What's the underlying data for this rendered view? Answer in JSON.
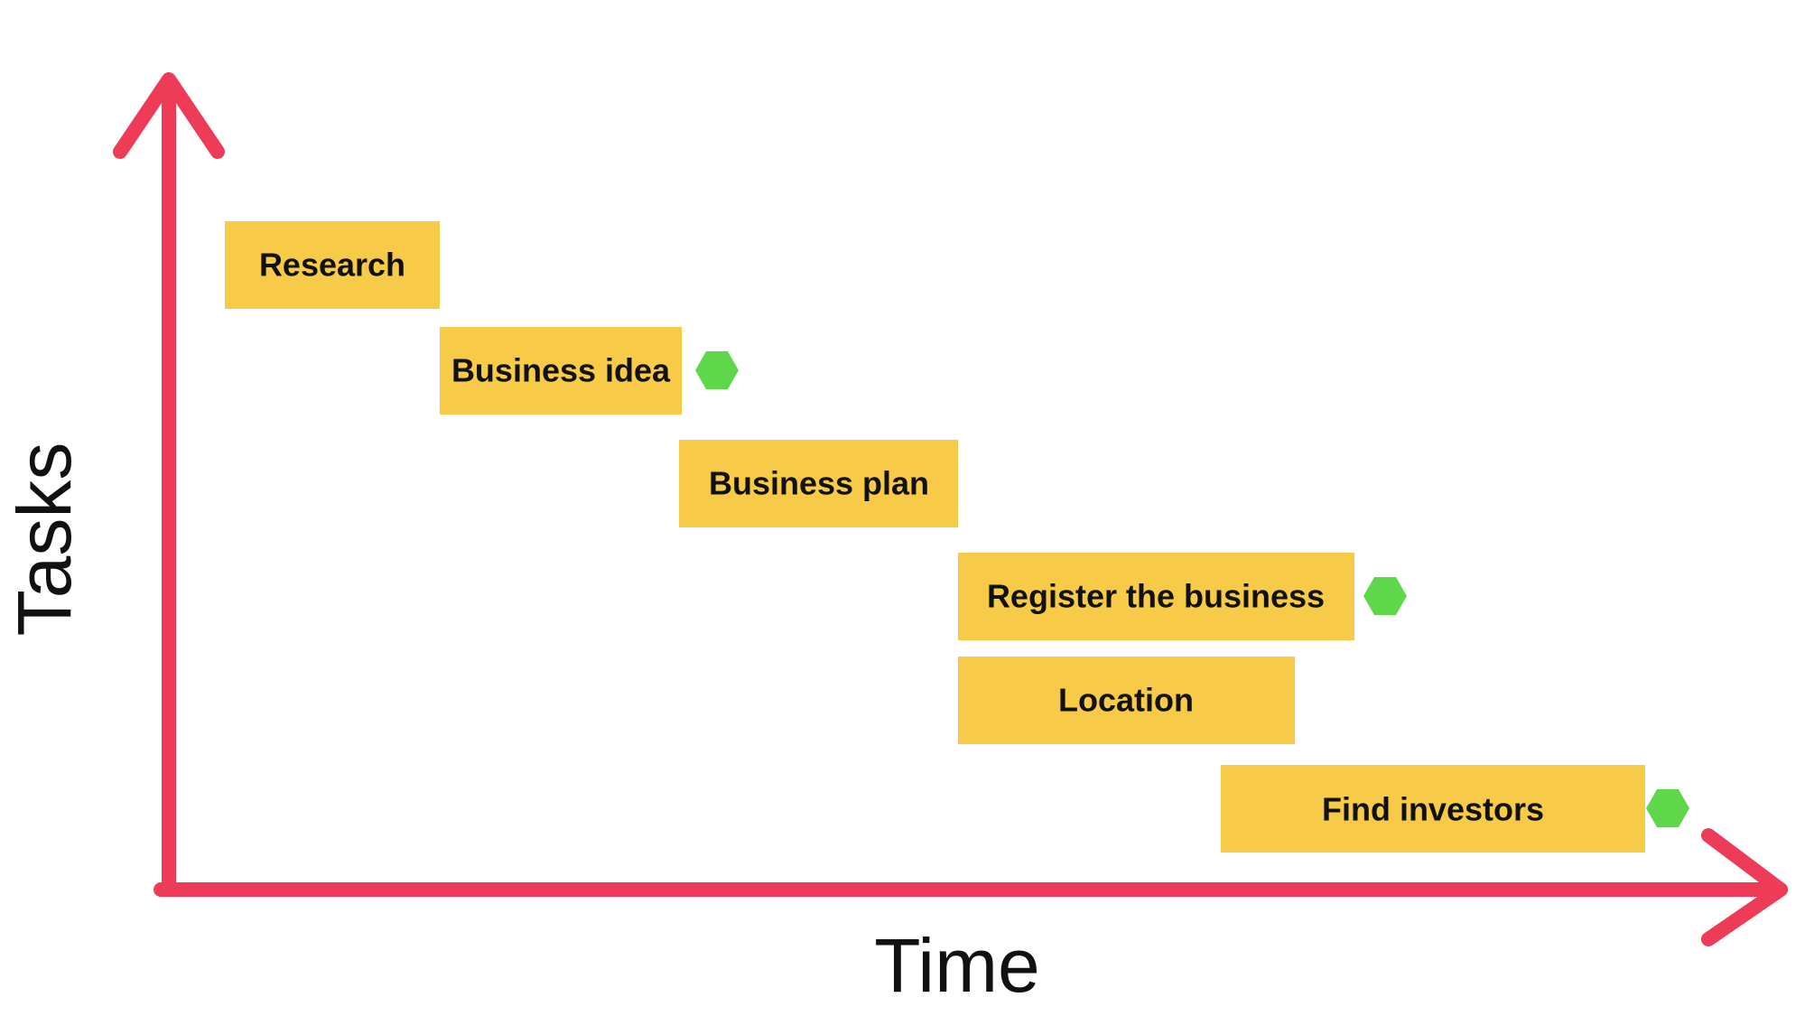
{
  "diagram": {
    "axes": {
      "x_label": "Time",
      "y_label": "Tasks",
      "color": "#EE3B58"
    },
    "task_color": "#F7CB47",
    "milestone_color": "#5ED84A",
    "tasks": [
      {
        "label": "Research",
        "milestone": false
      },
      {
        "label": "Business idea",
        "milestone": true
      },
      {
        "label": "Business plan",
        "milestone": false
      },
      {
        "label": "Register the business",
        "milestone": true
      },
      {
        "label": "Location",
        "milestone": false
      },
      {
        "label": "Find investors",
        "milestone": true
      }
    ]
  }
}
